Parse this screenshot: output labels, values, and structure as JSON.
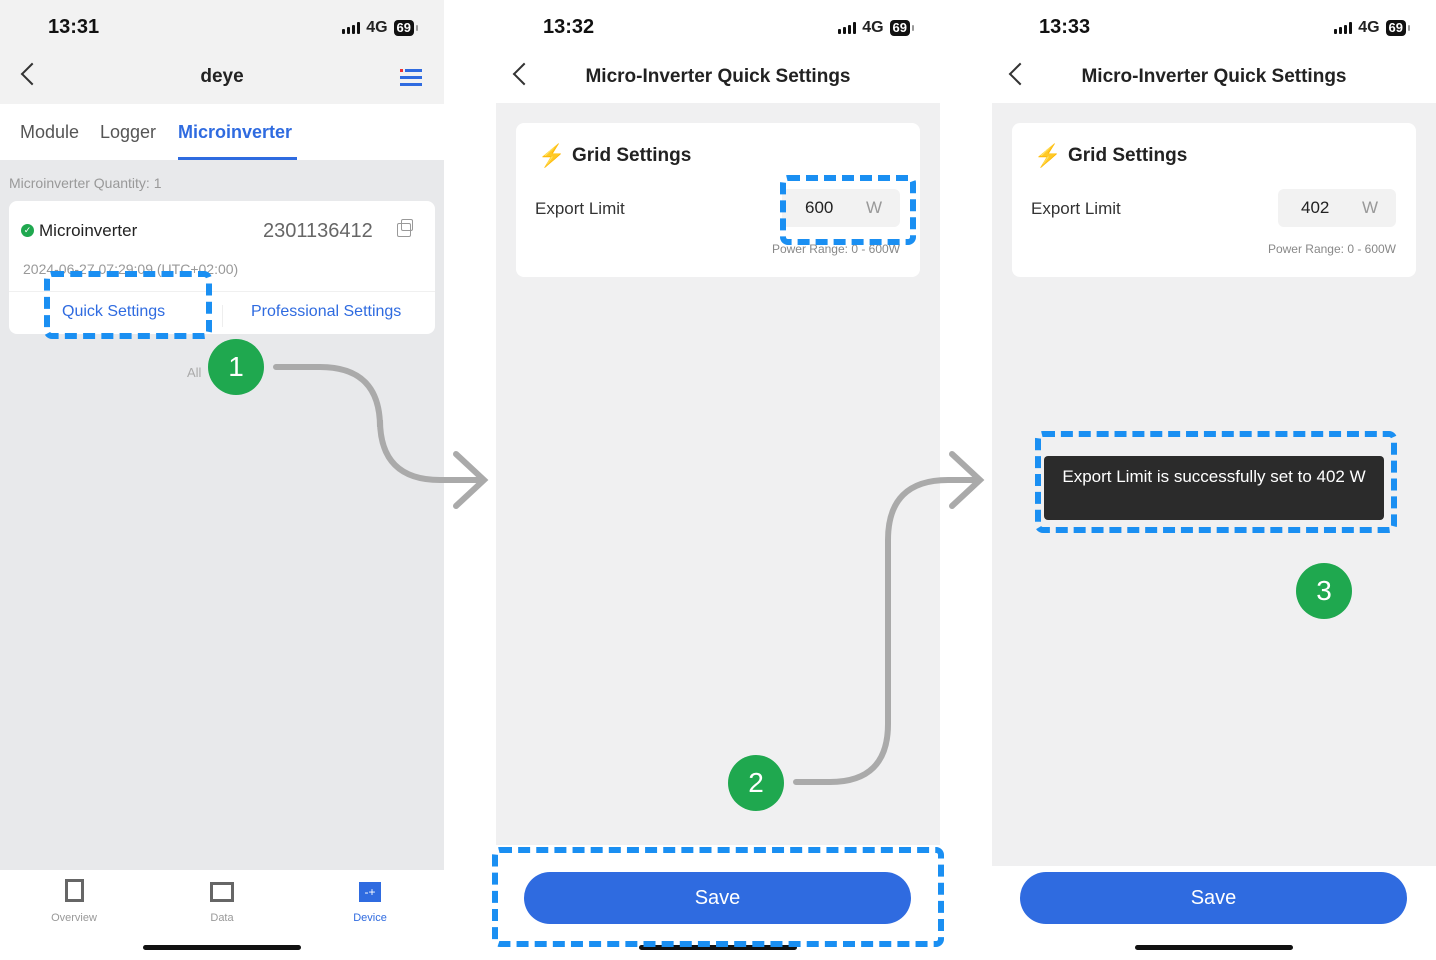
{
  "panel1": {
    "time": "13:31",
    "network": "4G",
    "battery": "69",
    "title": "deye",
    "tabs": [
      "Module",
      "Logger",
      "Microinverter"
    ],
    "quantity": "Microinverter Quantity: 1",
    "device_name": "Microinverter",
    "serial": "2301136412",
    "timestamp": "2024-06-27 07:29:09 (UTC+02:00)",
    "quick_settings": "Quick Settings",
    "professional_settings": "Professional Settings",
    "all": "All",
    "bottom_nav": [
      "Overview",
      "Data",
      "Device"
    ]
  },
  "panel2": {
    "time": "13:32",
    "network": "4G",
    "battery": "69",
    "title": "Micro-Inverter Quick Settings",
    "section": "Grid Settings",
    "label": "Export Limit",
    "value": "600",
    "unit": "W",
    "range": "Power Range: 0 - 600W",
    "save": "Save"
  },
  "panel3": {
    "time": "13:33",
    "network": "4G",
    "battery": "69",
    "title": "Micro-Inverter Quick Settings",
    "section": "Grid Settings",
    "label": "Export Limit",
    "value": "402",
    "unit": "W",
    "range": "Power Range: 0 - 600W",
    "toast": "Export Limit is successfully set to 402 W",
    "save": "Save"
  },
  "steps": [
    "1",
    "2",
    "3"
  ],
  "colors": {
    "accent": "#2f6be0",
    "highlight": "#1a8ff2",
    "step": "#1fa84f"
  }
}
